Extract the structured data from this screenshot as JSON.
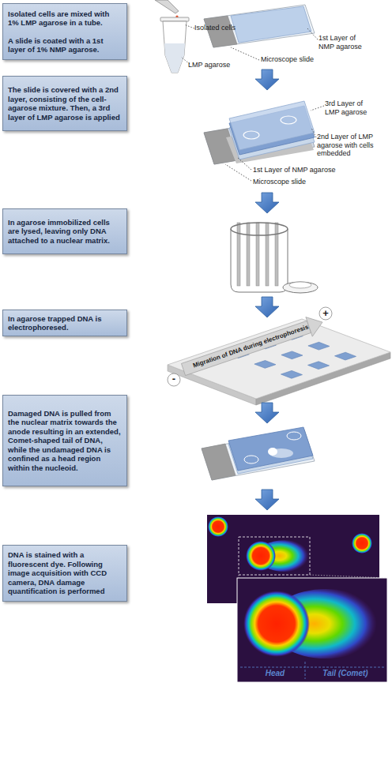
{
  "diagram": {
    "nodes": [
      {
        "text": [
          "Isolated cells are mixed with 1% LMP agarose in a tube.",
          "A slide is coated with a 1st layer of 1% NMP agarose."
        ]
      },
      {
        "text": [
          "The slide is covered with a 2nd layer, consisting of the cell-agarose mixture. Then, a 3rd layer of LMP agarose is applied"
        ]
      },
      {
        "text": [
          "In agarose immobilized cells are lysed, leaving only DNA attached to a nuclear matrix."
        ]
      },
      {
        "text": [
          "In agarose trapped DNA is electrophoresed."
        ]
      },
      {
        "text": [
          "Damaged DNA is pulled from the nuclear matrix towards the anode resulting in an extended, Comet-shaped tail of DNA, while the undamaged DNA is confined as a head region within the nucleoid."
        ]
      },
      {
        "text": [
          "DNA is stained with a fluorescent dye. Following image acquisition with CCD camera, DNA damage quantification is performed"
        ]
      }
    ],
    "labels": [
      "Isolated cells",
      "LMP agarose",
      "1st Layer of NMP agarose",
      "Microscope slide",
      "3rd Layer of LMP agarose",
      "2nd Layer of LMP agarose with cells embedded",
      "1st Layer of NMP agarose",
      "Microscope slide",
      "+",
      "Migration of DNA during electrophoresis",
      "-",
      "Head",
      "Tail (Comet)"
    ]
  }
}
